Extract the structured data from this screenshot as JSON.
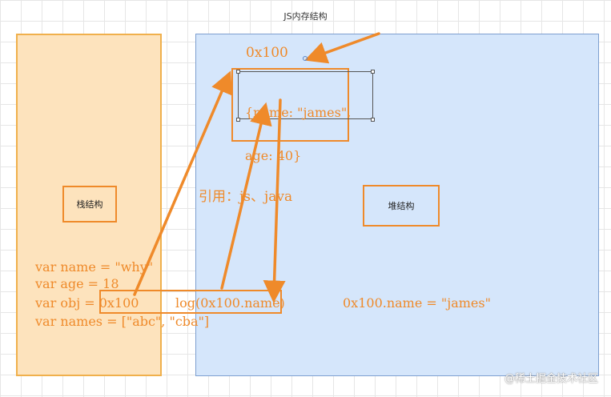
{
  "title": "JS内存结构",
  "stack": {
    "label": "栈结构"
  },
  "heap": {
    "label": "堆结构"
  },
  "address": "0x100",
  "object_literal": [
    "{name: \"james\",",
    "age: 40}"
  ],
  "reference_note": "引用：js、java",
  "code_lines": [
    "var name = \"why\"",
    "var age = 18",
    "var obj = 0x100",
    "var names = [\"abc\", \"cba\"]"
  ],
  "log_call": "log(0x100.name)",
  "assignment": "0x100.name = \"james\"",
  "watermark": "@稀土掘金技术社区",
  "colors": {
    "accent": "#ef8a2a",
    "stack_fill": "#fde3bd",
    "heap_fill": "#d5e6fb"
  }
}
